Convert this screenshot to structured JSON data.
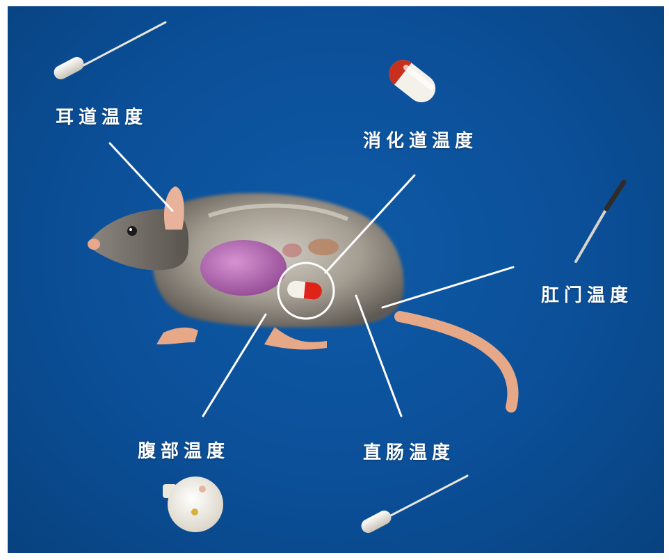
{
  "labels": {
    "ear": "耳道温度",
    "digestive": "消化道温度",
    "anal": "肛门温度",
    "abdominal": "腹部温度",
    "rectal": "直肠温度"
  },
  "colors": {
    "background": "#0b4f98",
    "label_text": "#ffffff",
    "leader_line": "#ffffff",
    "capsule_red": "#c8301e",
    "organ_purple": "#a24ba6"
  },
  "icons": {
    "ear_probe": "thermometer-probe-icon",
    "capsule": "pill-capsule-icon",
    "anal_probe": "rod-probe-icon",
    "abdominal_disc": "implant-disc-icon",
    "rectal_probe": "thermometer-probe-icon"
  }
}
